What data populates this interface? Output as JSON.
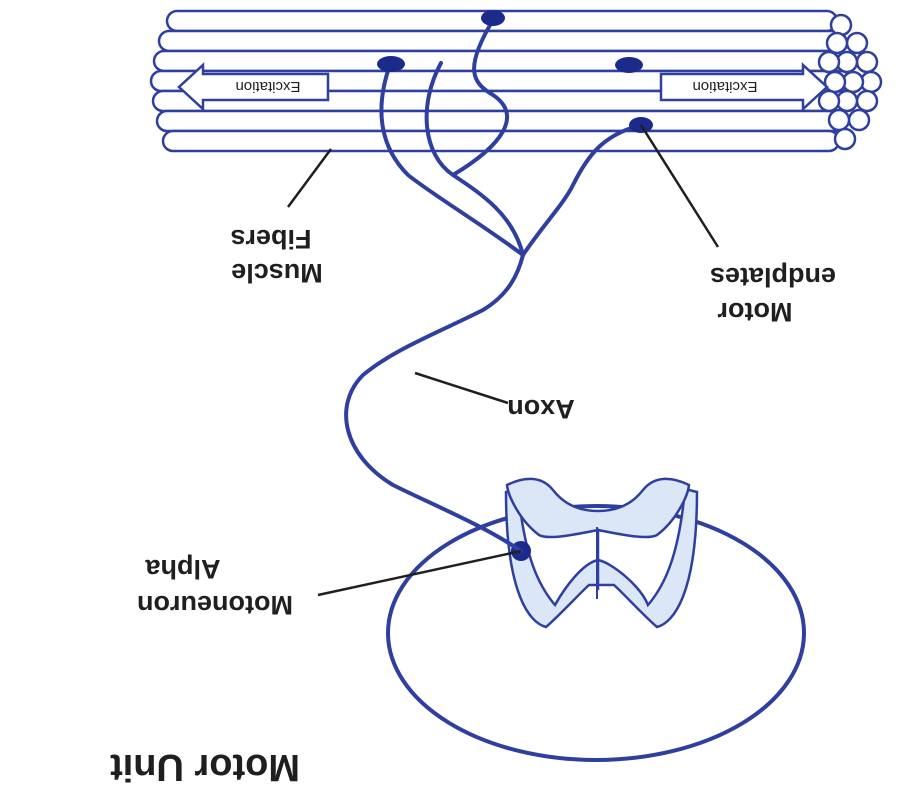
{
  "title": "Motor Unit",
  "labels": {
    "alpha": "Alpha",
    "motoneuron": "Motoneuron",
    "axon": "Axon",
    "muscle": "Muscle",
    "fibers": "Fibers",
    "motor": "Motor",
    "endplates": "endplates",
    "excitation_left": "Excitation",
    "excitation_right": "Excitation"
  },
  "colors": {
    "line": "#2e3f9f",
    "dot": "#1c2a8c",
    "grey_matter": "#dbe6f6",
    "text": "#1f1f1f"
  }
}
